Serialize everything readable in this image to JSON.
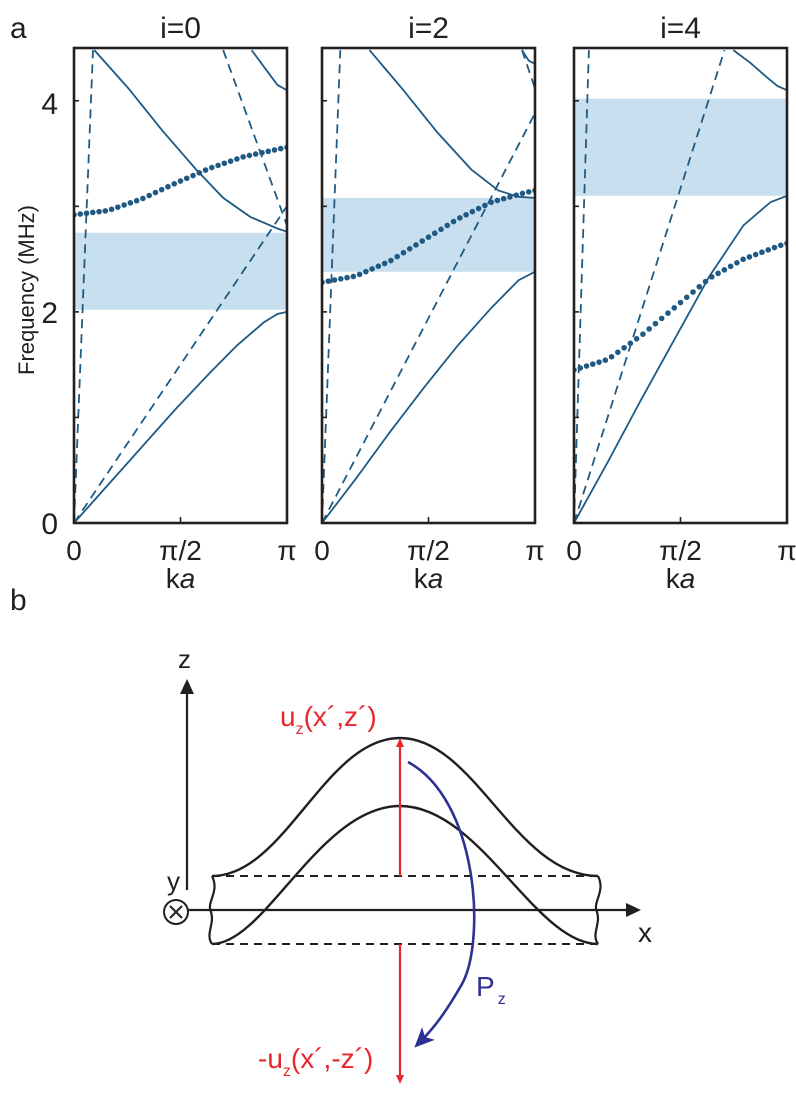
{
  "panel_a_label": "a",
  "panel_b_label": "b",
  "y_axis_label": "Frequency (MHz)",
  "x_axis_label_k": "k",
  "x_axis_label_a": "a",
  "x_tick_labels": [
    "0",
    "π/2",
    "π"
  ],
  "y_tick_labels": [
    "0",
    "2",
    "4"
  ],
  "colors": {
    "line": "#1f5a84",
    "dots": "#1f5a84",
    "band": "#c7dfee",
    "red": "#e8262d",
    "blue_arrow": "#2e3192",
    "black": "#231f20"
  },
  "chart_data": [
    {
      "type": "line",
      "title": "i=0",
      "xlabel": "ka",
      "ylabel": "Frequency (MHz)",
      "xlim": [
        0,
        3.14159
      ],
      "ylim": [
        0,
        4.5
      ],
      "band_gap": [
        2.02,
        2.75
      ],
      "series": [
        {
          "style": "solid",
          "x": [
            0,
            0.5,
            1.0,
            1.5,
            2.0,
            2.4,
            2.8,
            3.0,
            3.14
          ],
          "y": [
            0,
            0.36,
            0.72,
            1.08,
            1.42,
            1.68,
            1.9,
            1.98,
            2.0
          ]
        },
        {
          "style": "solid",
          "x": [
            0.3,
            0.8,
            1.3,
            1.8,
            2.2,
            2.6,
            3.0,
            3.14
          ],
          "y": [
            4.48,
            4.12,
            3.72,
            3.35,
            3.08,
            2.9,
            2.79,
            2.76
          ]
        },
        {
          "style": "solid",
          "x": [
            2.62,
            2.85,
            3.0,
            3.14
          ],
          "y": [
            4.48,
            4.28,
            4.15,
            4.1
          ]
        },
        {
          "style": "dashed",
          "x": [
            0,
            0.28
          ],
          "y": [
            0,
            4.48
          ]
        },
        {
          "style": "dashed",
          "x": [
            0,
            3.14
          ],
          "y": [
            0,
            3.0
          ]
        },
        {
          "style": "dashed",
          "x": [
            2.2,
            3.14
          ],
          "y": [
            4.48,
            2.82
          ]
        },
        {
          "style": "dotted",
          "x": [
            0,
            0.5,
            1.0,
            1.5,
            2.0,
            2.5,
            3.0,
            3.14
          ],
          "y": [
            2.92,
            2.96,
            3.07,
            3.22,
            3.36,
            3.47,
            3.54,
            3.56
          ]
        }
      ]
    },
    {
      "type": "line",
      "title": "i=2",
      "xlabel": "ka",
      "ylim": [
        0,
        4.5
      ],
      "xlim": [
        0,
        3.14159
      ],
      "band_gap": [
        2.38,
        3.08
      ],
      "series": [
        {
          "style": "solid",
          "x": [
            0,
            0.5,
            1.0,
            1.5,
            2.0,
            2.5,
            2.9,
            3.14
          ],
          "y": [
            0,
            0.42,
            0.86,
            1.28,
            1.68,
            2.04,
            2.3,
            2.38
          ]
        },
        {
          "style": "solid",
          "x": [
            0.7,
            1.2,
            1.7,
            2.2,
            2.6,
            2.9,
            3.14
          ],
          "y": [
            4.48,
            4.1,
            3.7,
            3.35,
            3.15,
            3.09,
            3.08
          ]
        },
        {
          "style": "solid",
          "x": [
            2.95,
            3.05,
            3.14
          ],
          "y": [
            4.48,
            4.38,
            4.35
          ]
        },
        {
          "style": "dashed",
          "x": [
            0,
            0.27
          ],
          "y": [
            0,
            4.48
          ]
        },
        {
          "style": "dashed",
          "x": [
            0,
            3.14
          ],
          "y": [
            0,
            3.88
          ]
        },
        {
          "style": "dashed",
          "x": [
            2.95,
            3.14
          ],
          "y": [
            4.48,
            4.12
          ]
        },
        {
          "style": "dotted",
          "x": [
            0,
            0.5,
            1.0,
            1.5,
            2.0,
            2.5,
            3.0,
            3.14
          ],
          "y": [
            2.28,
            2.34,
            2.48,
            2.68,
            2.88,
            3.04,
            3.13,
            3.15
          ]
        }
      ]
    },
    {
      "type": "line",
      "title": "i=4",
      "xlabel": "ka",
      "ylim": [
        0,
        4.5
      ],
      "xlim": [
        0,
        3.14159
      ],
      "band_gap": [
        3.1,
        4.02
      ],
      "series": [
        {
          "style": "solid",
          "x": [
            0,
            0.5,
            1.0,
            1.5,
            2.0,
            2.5,
            2.9,
            3.14
          ],
          "y": [
            0,
            0.58,
            1.18,
            1.76,
            2.34,
            2.82,
            3.04,
            3.1
          ]
        },
        {
          "style": "solid",
          "x": [
            2.35,
            2.6,
            2.85,
            3.0,
            3.14
          ],
          "y": [
            4.48,
            4.36,
            4.22,
            4.14,
            4.1
          ]
        },
        {
          "style": "dashed",
          "x": [
            0,
            0.22
          ],
          "y": [
            0,
            4.48
          ]
        },
        {
          "style": "dashed",
          "x": [
            0,
            2.22
          ],
          "y": [
            0,
            4.48
          ]
        },
        {
          "style": "dotted",
          "x": [
            0,
            0.5,
            1.0,
            1.5,
            2.0,
            2.5,
            3.0,
            3.14
          ],
          "y": [
            1.45,
            1.55,
            1.78,
            2.05,
            2.32,
            2.5,
            2.62,
            2.65
          ]
        }
      ]
    }
  ],
  "diagram": {
    "axis_z": "z",
    "axis_x": "x",
    "axis_y": "y",
    "label_top_pre": "u",
    "label_top_sub": "z",
    "label_top_post": "(x´,z´)",
    "label_bottom_pre": "-u",
    "label_bottom_sub": "z",
    "label_bottom_post": "(x´,-z´)",
    "label_p": "P",
    "label_p_sub": "z"
  }
}
